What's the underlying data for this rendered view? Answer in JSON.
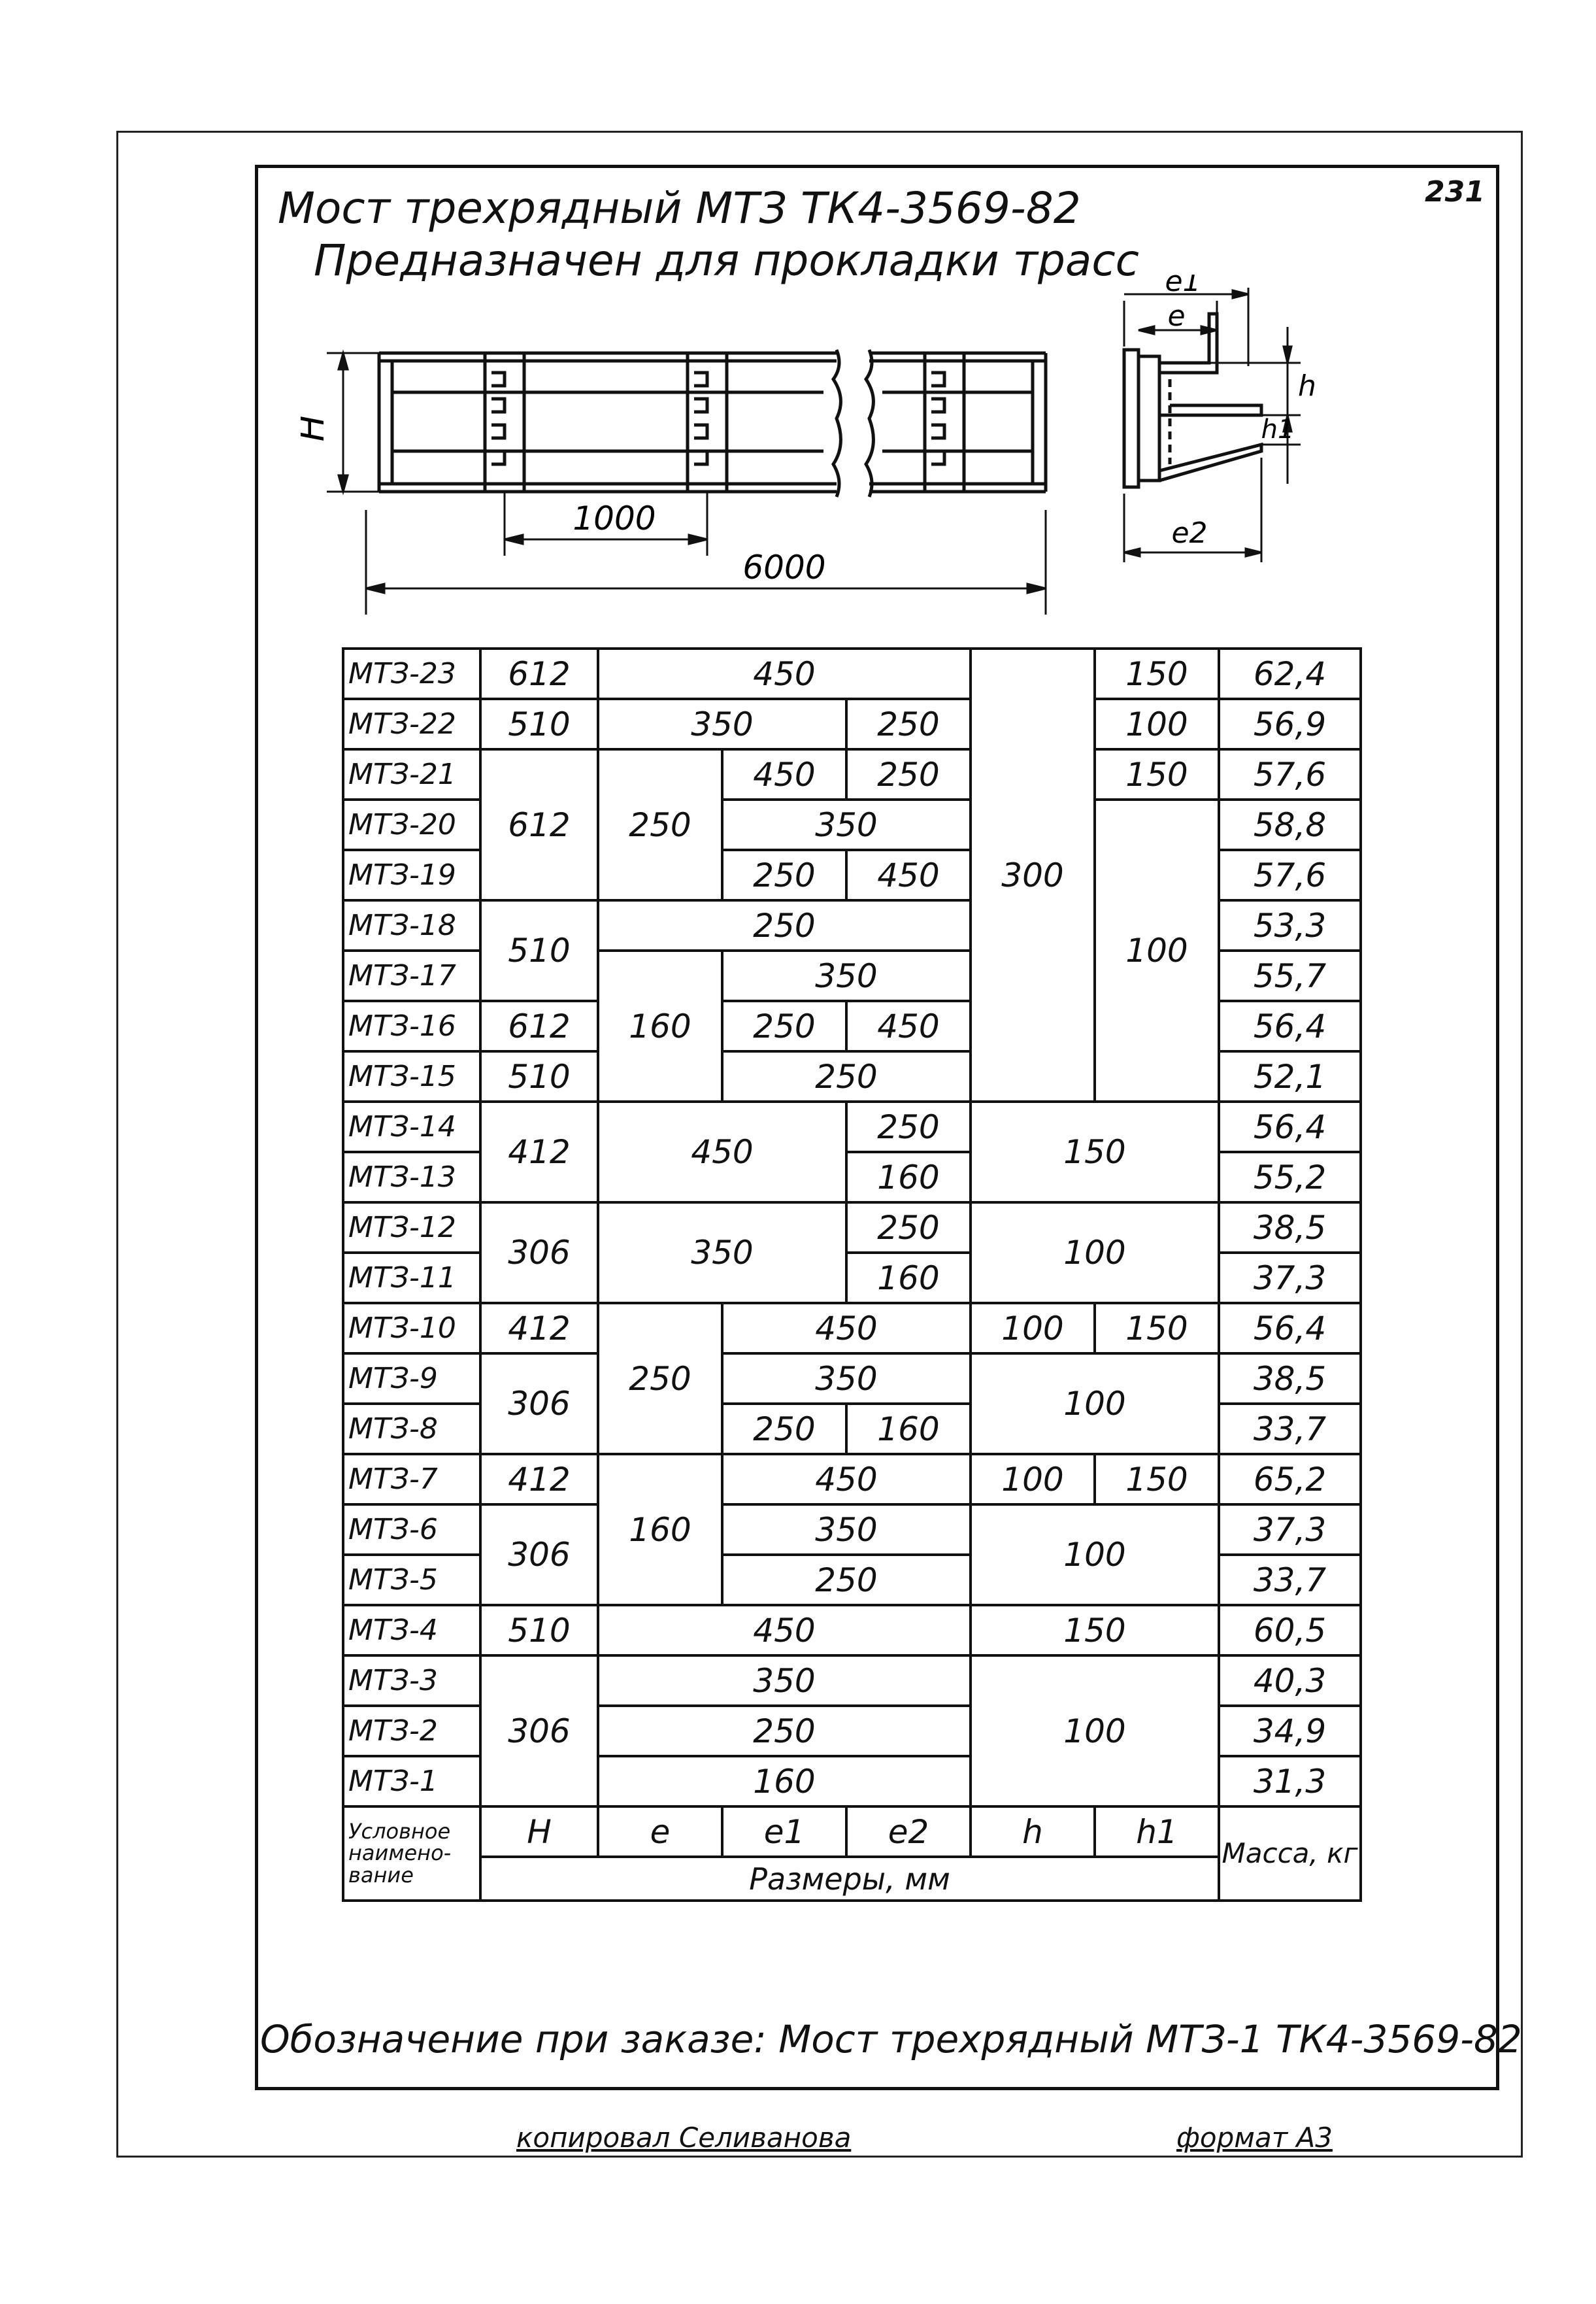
{
  "sheet_number": "231",
  "title_line1": "Мост трехрядный МТЗ    ТК4-3569-82",
  "title_line2": "Предназначен для прокладки трасс",
  "drawing": {
    "dim_h": "H",
    "dim_1000": "1000",
    "dim_6000": "6000",
    "dim_e": "e",
    "dim_e1": "e1",
    "dim_e2": "e2",
    "dim_hh": "h",
    "dim_h1": "h1"
  },
  "table": {
    "header": {
      "name": "Условное наимено-вание",
      "H": "H",
      "e": "e",
      "e1": "e1",
      "e2": "e2",
      "h": "h",
      "h1": "h1",
      "mass": "Масса, кг",
      "units": "Размеры, мм"
    },
    "rows": [
      {
        "name": "МТЗ-23",
        "H": "612",
        "e_all": "450",
        "h1": "150",
        "mass": "62,4"
      },
      {
        "name": "МТЗ-22",
        "H": "510",
        "e_e1": "350",
        "e2": "250",
        "h1": "100",
        "mass": "56,9"
      },
      {
        "name": "МТЗ-21",
        "H": "612",
        "e": "250",
        "e1": "450",
        "e2": "250",
        "h1": "150",
        "mass": "57,6"
      },
      {
        "name": "МТЗ-20",
        "e1_e2": "350",
        "mass": "58,8"
      },
      {
        "name": "МТЗ-19",
        "e1": "250",
        "e2": "450",
        "h_merged": "300",
        "h1_merged": "100",
        "mass": "57,6"
      },
      {
        "name": "МТЗ-18",
        "H": "510",
        "e_all": "250",
        "mass": "53,3"
      },
      {
        "name": "МТЗ-17",
        "e": "160",
        "e1_e2": "350",
        "mass": "55,7"
      },
      {
        "name": "МТЗ-16",
        "H": "612",
        "e1": "250",
        "e2": "450",
        "mass": "56,4"
      },
      {
        "name": "МТЗ-15",
        "H": "510",
        "e1_e2": "250",
        "mass": "52,1"
      },
      {
        "name": "МТЗ-14",
        "H": "412",
        "e_e1": "450",
        "e2": "250",
        "h_h1": "150",
        "mass": "56,4"
      },
      {
        "name": "МТЗ-13",
        "e2": "160",
        "mass": "55,2"
      },
      {
        "name": "МТЗ-12",
        "H": "306",
        "e_e1": "350",
        "e2": "250",
        "h_h1": "100",
        "mass": "38,5"
      },
      {
        "name": "МТЗ-11",
        "e2": "160",
        "mass": "37,3"
      },
      {
        "name": "МТЗ-10",
        "H": "412",
        "e": "250",
        "e1_e2": "450",
        "h": "100",
        "h1": "150",
        "mass": "56,4"
      },
      {
        "name": "МТЗ-9",
        "H": "306",
        "e1_e2": "350",
        "h_h1": "100",
        "mass": "38,5"
      },
      {
        "name": "МТЗ-8",
        "e1": "250",
        "e2": "160",
        "mass": "33,7"
      },
      {
        "name": "МТЗ-7",
        "H": "412",
        "e": "160",
        "e1_e2": "450",
        "h": "100",
        "h1": "150",
        "mass": "65,2"
      },
      {
        "name": "МТЗ-6",
        "H": "306",
        "e1_e2": "350",
        "h_h1": "100",
        "mass": "37,3"
      },
      {
        "name": "МТЗ-5",
        "e1_e2": "250",
        "mass": "33,7"
      },
      {
        "name": "МТЗ-4",
        "H": "510",
        "e_all": "450",
        "h_h1": "150",
        "mass": "60,5"
      },
      {
        "name": "МТЗ-3",
        "H": "306",
        "e_all": "350",
        "h_h1": "100",
        "mass": "40,3"
      },
      {
        "name": "МТЗ-2",
        "e_all": "250",
        "mass": "34,9"
      },
      {
        "name": "МТЗ-1",
        "e_all": "160",
        "mass": "31,3"
      }
    ]
  },
  "order_note": "Обозначение при заказе: Мост трехрядный МТЗ-1 ТК4-3569-82",
  "copied_by": "копировал Селиванова",
  "format_label": "формат А3"
}
